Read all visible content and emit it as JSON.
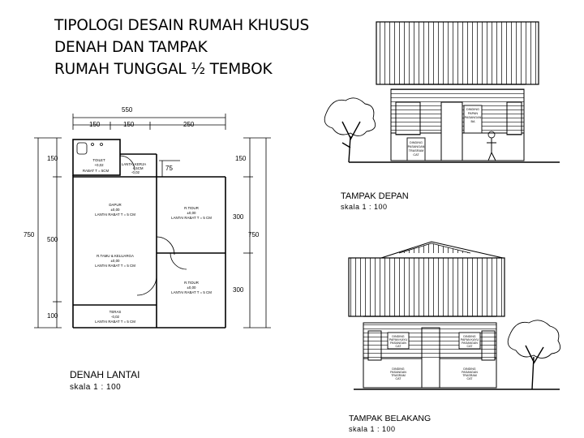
{
  "header": {
    "title_lines": [
      "TIPOLOGI DESAIN RUMAH KHUSUS",
      "DENAH DAN TAMPAK",
      "RUMAH TUNGGAL ½ TEMBOK"
    ]
  },
  "plan": {
    "caption": "DENAH LANTAI",
    "scale": "skala  1  :  100",
    "dims_top": {
      "total": "550",
      "seg1": "150",
      "seg2": "150",
      "seg3": "250"
    },
    "dims_left": {
      "total": "750",
      "seg1": "150",
      "seg2": "500",
      "seg3": "100"
    },
    "dims_right": {
      "total": "750",
      "seg1": "150",
      "seg2": "300",
      "seg3": "300"
    },
    "dim_mid": "75",
    "rooms": {
      "toilet": [
        "TOILET",
        "+0,02",
        "RABAT T = 5CM"
      ],
      "lantai_kerja": [
        "LANTAI KERJA",
        "+ 5CM",
        "-0,02"
      ],
      "dapur": [
        "DAPUR",
        "±0,00",
        "LANTAI RABAT T = 5 CM"
      ],
      "kamar1": [
        "R.TIDUR",
        "±0,00",
        "LANTAI RABAT T = 5 CM"
      ],
      "keluarga": [
        "R.TAMU & KELUARGA",
        "±0,00",
        "LANTAI RABAT T = 5 CM"
      ],
      "kamar2": [
        "R.TIDUR",
        "±0,00",
        "LANTAI RABAT T = 5 CM"
      ],
      "teras": [
        "TERAS",
        "-0,02",
        "LANTAI RABAT T = 5 CM"
      ]
    }
  },
  "front": {
    "caption": "TAMPAK DEPAN",
    "scale": "skala  1  :  100",
    "notes": [
      [
        "DINDING",
        "PAPAN",
        "PASANGAN",
        "BA"
      ],
      [
        "DINDING",
        "PASANGAN",
        "TRASRAM",
        "CAT"
      ]
    ]
  },
  "rear": {
    "caption": "TAMPAK BELAKANG",
    "scale": "skala  1  :  100",
    "notes": [
      [
        "DINDING",
        "PAPAN KAYU",
        "PASANGAN",
        "CAT"
      ],
      [
        "DINDING",
        "PAPAN KAYU",
        "PASANGAN",
        "CAT"
      ],
      [
        "DINDING",
        "PASANGAN",
        "TRASRAM",
        "CAT"
      ],
      [
        "DINDING",
        "PASANGAN",
        "TRASRAM",
        "CAT"
      ]
    ]
  }
}
